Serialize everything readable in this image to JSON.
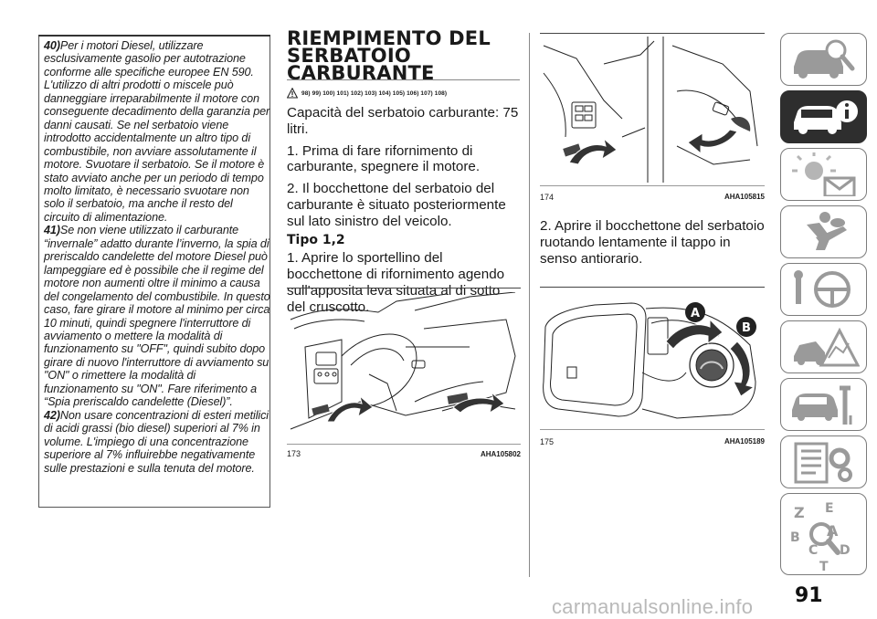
{
  "notes": [
    {
      "num": "40)",
      "text": "Per i motori Diesel, utilizzare esclusivamente gasolio per autotrazione conforme alle specifiche europee EN 590. L'utilizzo di altri prodotti o miscele può danneggiare irreparabilmente il motore con conseguente decadimento della garanzia per danni causati. Se nel serbatoio viene introdotto accidentalmente un altro tipo di combustibile, non avviare assolutamente il motore. Svuotare il serbatoio. Se il motore è stato avviato anche per un periodo di tempo molto limitato, è necessario svuotare non solo il serbatoio, ma anche il resto del circuito di alimentazione."
    },
    {
      "num": "41)",
      "text": "Se non viene utilizzato il carburante “invernale” adatto durante l’inverno, la spia di preriscaldo candelette del motore Diesel può lampeggiare ed è possibile che il regime del motore non aumenti oltre il minimo a causa del congelamento del combustibile. In questo caso, fare girare il motore al minimo per circa 10 minuti, quindi spegnere l'interruttore di avviamento o mettere la modalità di funzionamento su \"OFF\", quindi subito dopo girare di nuovo l'interruttore di avviamento su \"ON\" o rimettere la modalità di funzionamento su \"ON\". Fare riferimento a “Spia preriscaldo candelette (Diesel)”."
    },
    {
      "num": "42)",
      "text": "Non usare concentrazioni di esteri metilici di acidi grassi (bio diesel) superiori al 7% in volume. L'impiego di una concentrazione superiore al 7% influirebbe negativamente sulle prestazioni e sulla tenuta del motore."
    }
  ],
  "section": {
    "title_lines": [
      "RIEMPIMENTO DEL",
      "SERBATOIO",
      "CARBURANTE"
    ],
    "warning_refs": "98) 99) 100) 101) 102) 103) 104) 105) 106) 107) 108)",
    "capacity": "Capacità del serbatoio carburante: 75 litri.",
    "step1": "1. Prima di fare rifornimento di carburante, spegnere il motore.",
    "step2": "2. Il bocchettone del serbatoio del carburante è situato posteriormente sul lato sinistro del veicolo.",
    "tipo": "Tipo 1,2",
    "tipo_step1": "1. Aprire lo sportellino del bocchettone di rifornimento agendo sull'apposita leva situata al di sotto del cruscotto.",
    "right_step2": "2. Aprire il bocchettone del serbatoio ruotando lentamente il tappo in senso antiorario."
  },
  "figures": [
    {
      "num": "173",
      "code": "AHA105802"
    },
    {
      "num": "174",
      "code": "AHA105815"
    },
    {
      "num": "175",
      "code": "AHA105189",
      "callouts": [
        "A",
        "B"
      ]
    }
  ],
  "sidebar": {
    "tabs": [
      "car-search-icon",
      "car-info-icon",
      "warning-lights-icon",
      "airbag-seat-icon",
      "key-steering-icon",
      "road-warning-icon",
      "car-service-icon",
      "tech-data-icon",
      "index-icon"
    ],
    "index_letters": [
      "Z",
      "E",
      "B",
      "A",
      "C",
      "D",
      "T"
    ]
  },
  "page_number": "91",
  "watermark": "carmanualsonline.info",
  "colors": {
    "tab_active": "#2e2e2e",
    "tab_border": "#7b7b7b",
    "arrow_fill": "#333333",
    "watermark": "#b9b9b9"
  }
}
